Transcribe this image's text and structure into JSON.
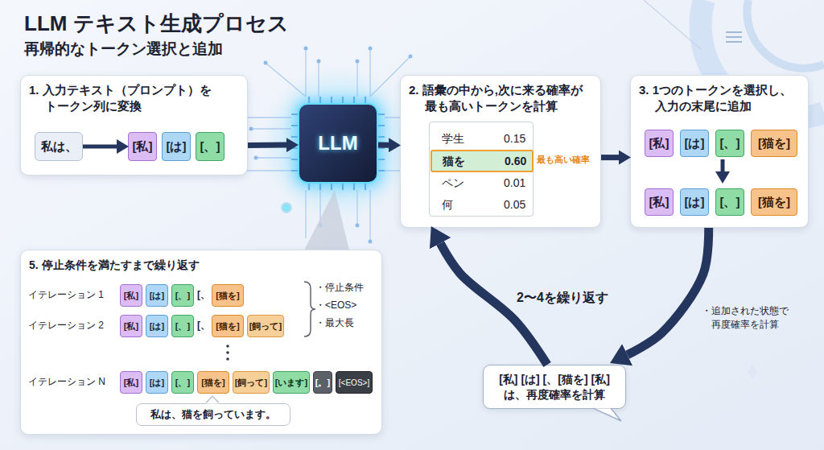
{
  "diagram": {
    "title": "LLM テキスト生成プロセス",
    "nodes": [
      {
        "text": [
          "1. 入力テキスト（プロンプト）を トークン列に変換"
        ]
      },
      {
        "text": [
          "私は、"
        ],
        "in": 0
      },
      {
        "text": [
          "[私]"
        ],
        "in": 0
      },
      {
        "text": [
          "[は]"
        ],
        "in": 0
      },
      {
        "text": [
          "[、]"
        ],
        "in": 0
      },
      {
        "text": [
          "LLM"
        ]
      },
      {
        "text": [
          "2. 語彙の中から,次に来る確率が 最も高いトークンを計算"
        ]
      },
      {
        "text": [
          "学生",
          "0.15",
          "ペン",
          "0.01",
          "何",
          "0.05"
        ],
        "in": 6
      },
      {
        "text": [
          "猫を",
          "0.60"
        ],
        "in": 7
      },
      {
        "text": [
          "3. 1つのトークンを選択し、 入力の末尾に追加"
        ]
      },
      {
        "text": [
          "[私]"
        ],
        "in": 9
      },
      {
        "text": [
          "[は]"
        ],
        "in": 9
      },
      {
        "text": [
          "[、]"
        ],
        "in": 9
      },
      {
        "text": [
          "[猫を]"
        ],
        "in": 9
      },
      {
        "text": [
          "[私]"
        ],
        "in": 9
      },
      {
        "text": [
          "[は]"
        ],
        "in": 9
      },
      {
        "text": [
          "[、]"
        ],
        "in": 9
      },
      {
        "text": [
          "[猫を]"
        ],
        "in": 9
      },
      {
        "text": [
          "5. 停止条件を満たすまで繰り返す"
        ]
      },
      {
        "text": [
          "[私]"
        ],
        "in": 18
      },
      {
        "text": [
          "[は]"
        ],
        "in": 18
      },
      {
        "text": [
          "[、]"
        ],
        "in": 18
      },
      {
        "text": [
          "[猫を]"
        ],
        "in": 18
      },
      {
        "text": [
          "[私]"
        ],
        "in": 18
      },
      {
        "text": [
          "[は]"
        ],
        "in": 18
      },
      {
        "text": [
          "[、]"
        ],
        "in": 18
      },
      {
        "text": [
          "[猫を]"
        ],
        "in": 18
      },
      {
        "text": [
          "[飼って]"
        ],
        "in": 18
      },
      {
        "text": [
          "[私]"
        ],
        "in": 18
      },
      {
        "text": [
          "[は]"
        ],
        "in": 18
      },
      {
        "text": [
          "[、]"
        ],
        "in": 18
      },
      {
        "text": [
          "[猫を]"
        ],
        "in": 18
      },
      {
        "text": [
          "[飼って]"
        ],
        "in": 18
      },
      {
        "text": [
          "[います]"
        ],
        "in": 18
      },
      {
        "text": [
          "[。]"
        ],
        "in": 18
      },
      {
        "text": [
          "[<EOS>]"
        ],
        "in": 18
      },
      {
        "text": [
          "私は、猫を飼っています。"
        ],
        "in": 18
      },
      {
        "text": [
          "[私] [は] [、[猫を] [私] は、再度確率を計算"
        ]
      }
    ],
    "edges": [
      {
        "from": 0,
        "to": 5,
        "arrow": "to"
      },
      {
        "from": 5,
        "to": 6,
        "arrow": "to"
      },
      {
        "from": 6,
        "to": 9,
        "arrow": "to"
      },
      {
        "from": 1,
        "to": 2,
        "arrow": "to"
      },
      {
        "from": 9,
        "to": 37,
        "arrow": "to",
        "label": "・追加された状態で 再度確率を計算"
      },
      {
        "from": 37,
        "to": 6,
        "arrow": "to",
        "label": "2〜4を繰り返す"
      }
    ],
    "labels": [
      "再帰的なトークン選択と追加",
      "最も高い確率",
      "イテレーション 1",
      "[、",
      "イテレーション 2",
      "[、",
      "イテレーション N",
      "・停止条件",
      "・<EOS>",
      "・最大長"
    ]
  }
}
